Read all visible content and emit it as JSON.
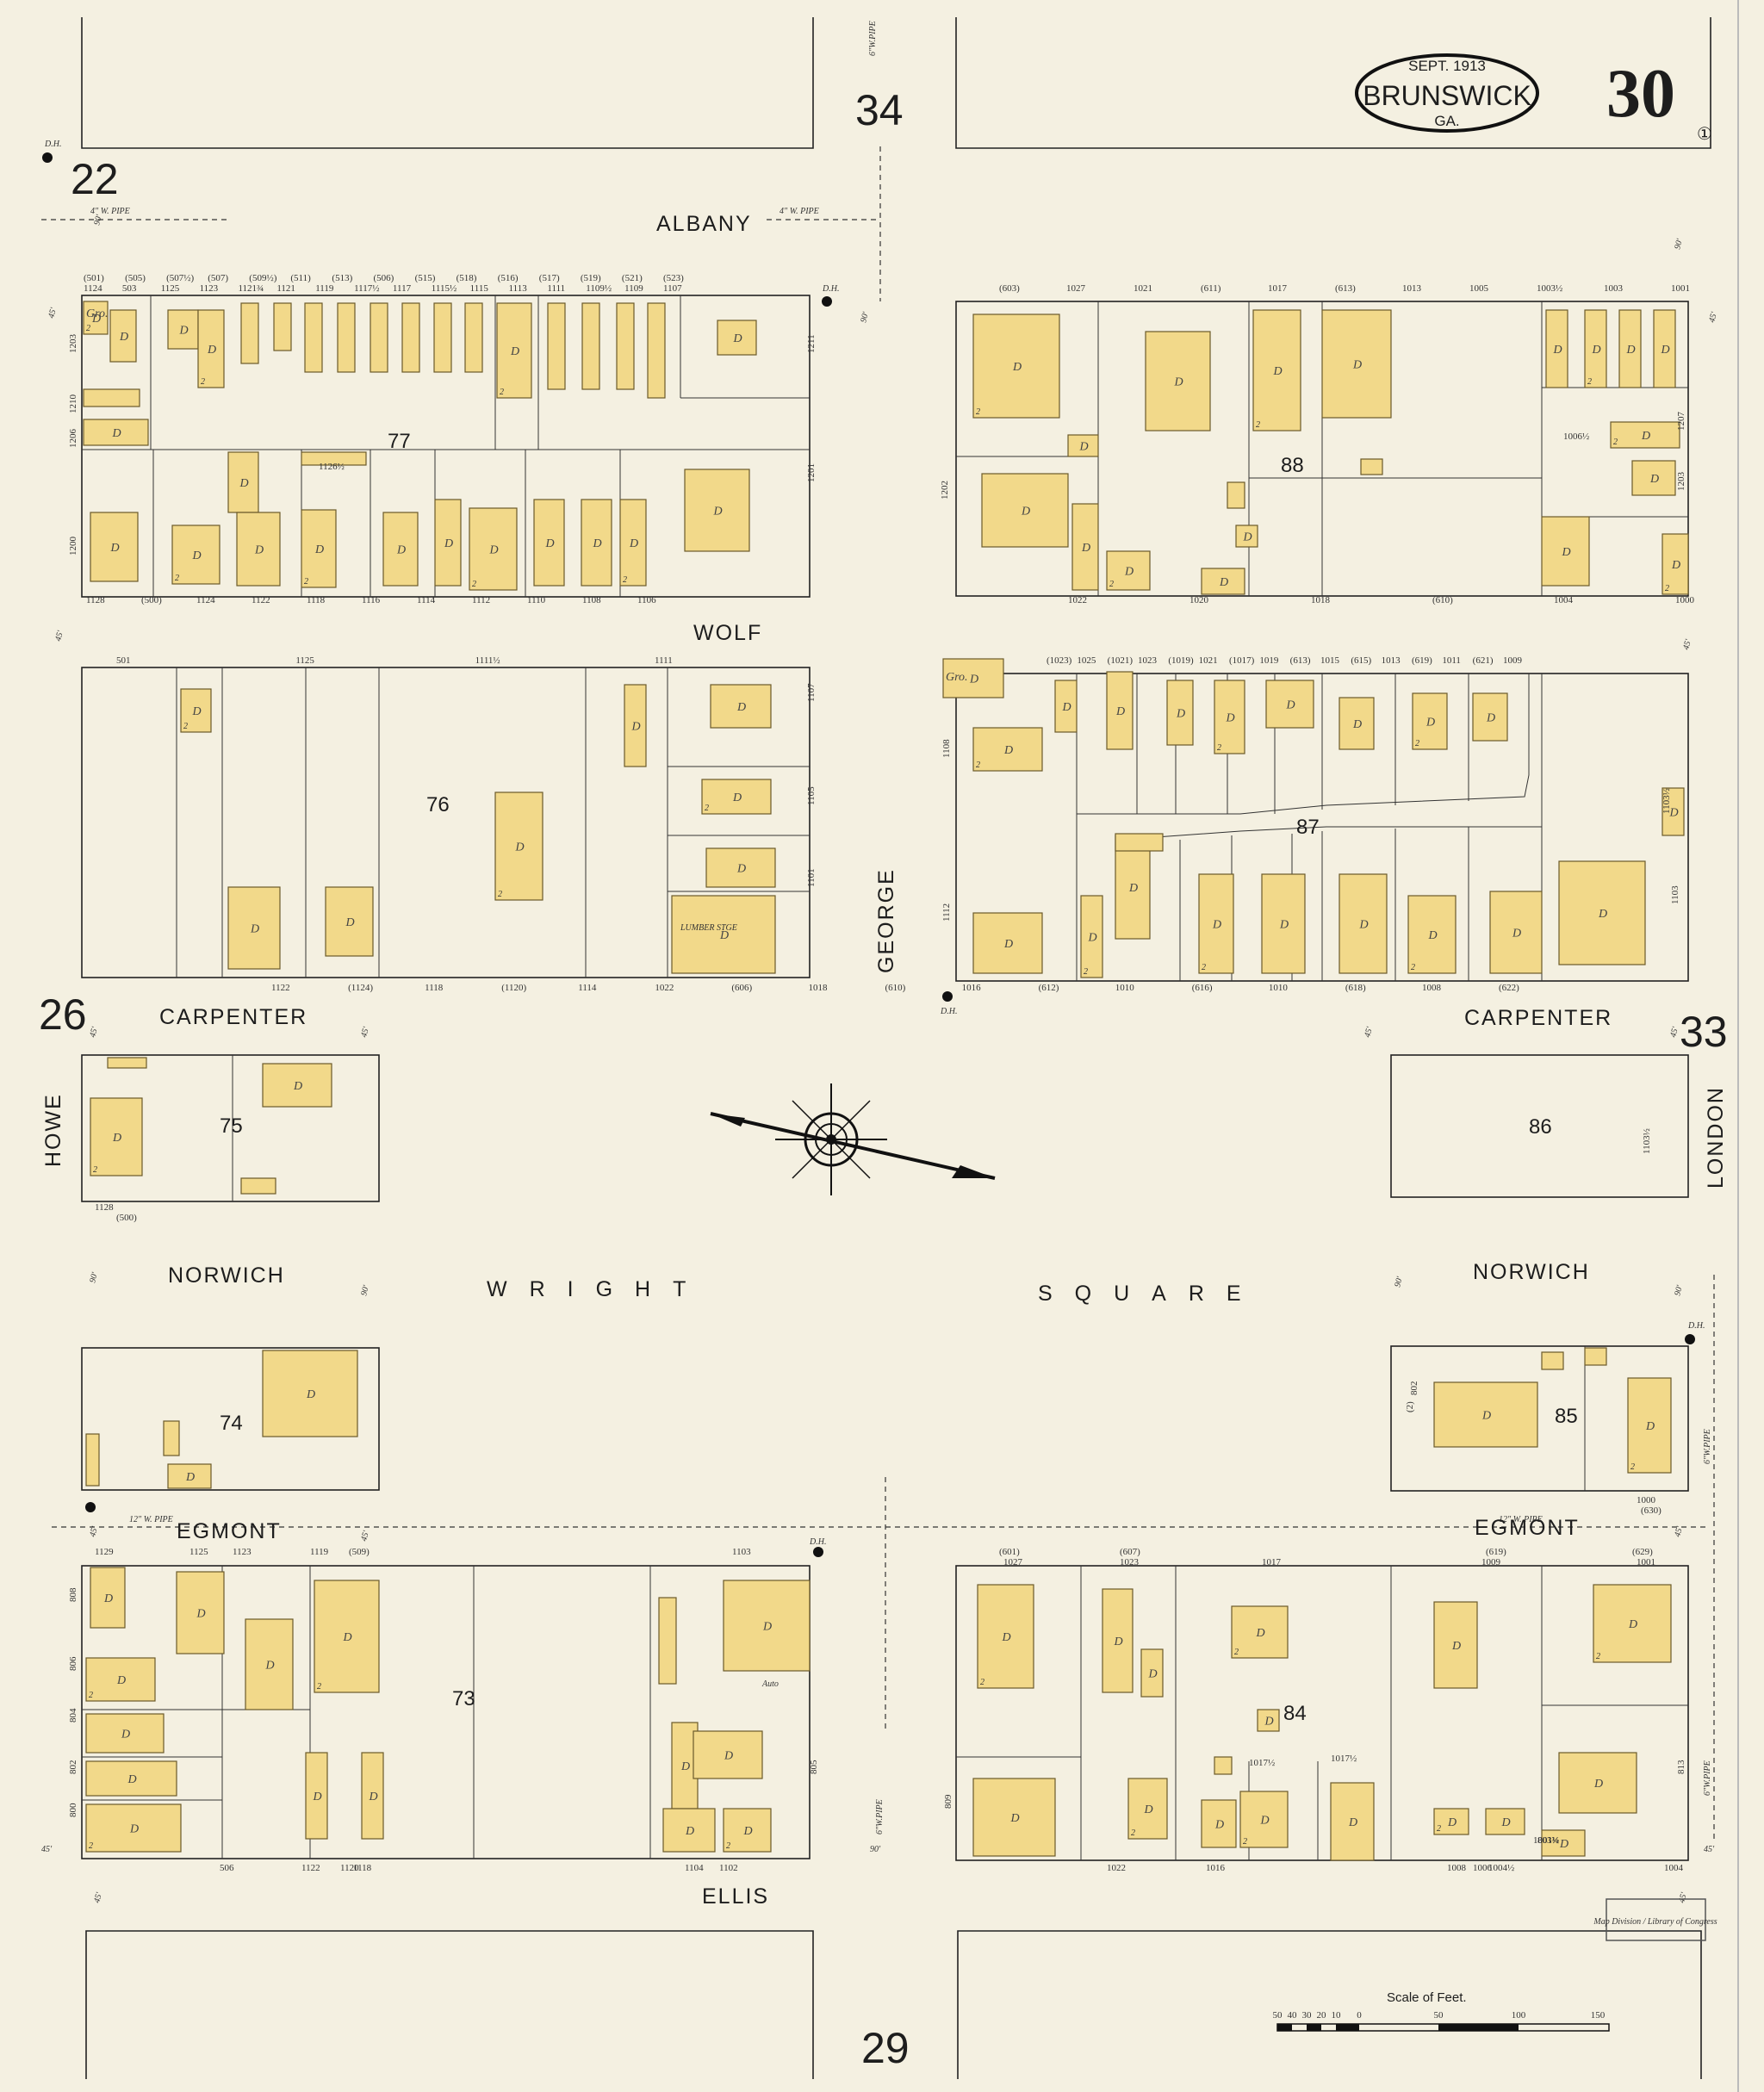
{
  "title": {
    "date": "SEPT. 1913",
    "city": "BRUNSWICK",
    "state": "GA.",
    "sheet": "30",
    "volume": "①"
  },
  "adjacent_sheets": {
    "top": "34",
    "left_top": "22",
    "left_mid": "26",
    "right_mid": "33",
    "bottom": "29"
  },
  "streets": {
    "albany": "ALBANY",
    "wolf": "WOLF",
    "carpenter": "CARPENTER",
    "norwich": "NORWICH",
    "egmont": "EGMONT",
    "ellis": "ELLIS",
    "george": "GEORGE",
    "howe": "HOWE",
    "london": "LONDON",
    "wright": "WRIGHT",
    "square": "SQUARE"
  },
  "blocks": [
    "77",
    "76",
    "75",
    "74",
    "73",
    "88",
    "87",
    "86",
    "85",
    "84"
  ],
  "annotations": {
    "pipe4": "4\" W. PIPE",
    "pipe6": "6\"W.PIPE",
    "pipe12": "12\" W. PIPE",
    "dh": "D.H.",
    "w45": "45'",
    "w90": "90'",
    "gro": "Gro.",
    "lumber": "LUMBER STGE",
    "auto": "Auto",
    "stamp": "Map Division / Library of Congress"
  },
  "addresses": {
    "albany_s": [
      "(501)",
      "(505)",
      "(507½)",
      "(507)",
      "(509½)",
      "(511)",
      "(513)",
      "(506)",
      "(515)",
      "(518)",
      "(516)",
      "(517)",
      "(519)",
      "(521)",
      "(523)"
    ],
    "albany_s_lower": [
      "1124",
      "503",
      "1125",
      "1123",
      "1121¾",
      "1121",
      "1119",
      "1117½",
      "1117",
      "1115½",
      "1115",
      "1113",
      "1111",
      "1109½",
      "1109",
      "1107"
    ],
    "albany_n": [
      "(603)",
      "1027",
      "1021",
      "(611)",
      "1017",
      "(613)",
      "1013",
      "1005",
      "1003½",
      "1003",
      "1001"
    ],
    "wolf_n_77": [
      "1128",
      "(500)",
      "1124",
      "1122",
      "1118",
      "1116",
      "1114",
      "1112",
      "1110",
      "1108",
      "1106"
    ],
    "wolf_n_88": [
      "1022",
      "1020",
      "1018",
      "(610)",
      "1004",
      "1000"
    ],
    "wolf_s_76": [
      "501",
      "1125",
      "1111½",
      "1111"
    ],
    "wolf_s_87": [
      "(1023)",
      "1025",
      "(1021)",
      "1023",
      "(1019)",
      "1021",
      "(1017)",
      "1019",
      "(613)",
      "1015",
      "(615)",
      "1013",
      "(619)",
      "1011",
      "(621)",
      "1009"
    ],
    "carpenter_n": [
      "1122",
      "(1124)",
      "1118",
      "(1120)",
      "1114",
      "1022",
      "(606)",
      "1018",
      "(610)",
      "1016",
      "(612)",
      "1010",
      "(616)",
      "1010",
      "(618)",
      "1008",
      "(622)"
    ],
    "misc": [
      "1203",
      "1210",
      "1206",
      "1200",
      "1211",
      "1201",
      "1207",
      "1203",
      "1202",
      "1108",
      "1112",
      "1107",
      "1105",
      "1101",
      "1103",
      "1103½",
      "1103½",
      "1128",
      "(500)",
      "1000",
      "(630)",
      "(2)",
      "802",
      "808",
      "806",
      "804",
      "802",
      "800",
      "805",
      "809",
      "813",
      "1022",
      "1016",
      "1008",
      "1006",
      "1004",
      "1001½",
      "1122",
      "1120",
      "1118",
      "506",
      "1102",
      "1104",
      "1103",
      "(509)",
      "1119",
      "1123",
      "1125",
      "1129",
      "(601)",
      "1027",
      "(607)",
      "1023",
      "(619)",
      "1009",
      "(629)",
      "1001",
      "1017",
      "803¾",
      "1017½",
      "1017½",
      "1126½",
      "1006½",
      "1004½"
    ]
  },
  "scale": {
    "title": "Scale of Feet.",
    "ticks": [
      "50",
      "40",
      "30",
      "20",
      "10",
      "0",
      "50",
      "100",
      "150"
    ]
  },
  "legend_marks": {
    "dwelling": "D",
    "two_story": "2",
    "auto": "Auto"
  }
}
